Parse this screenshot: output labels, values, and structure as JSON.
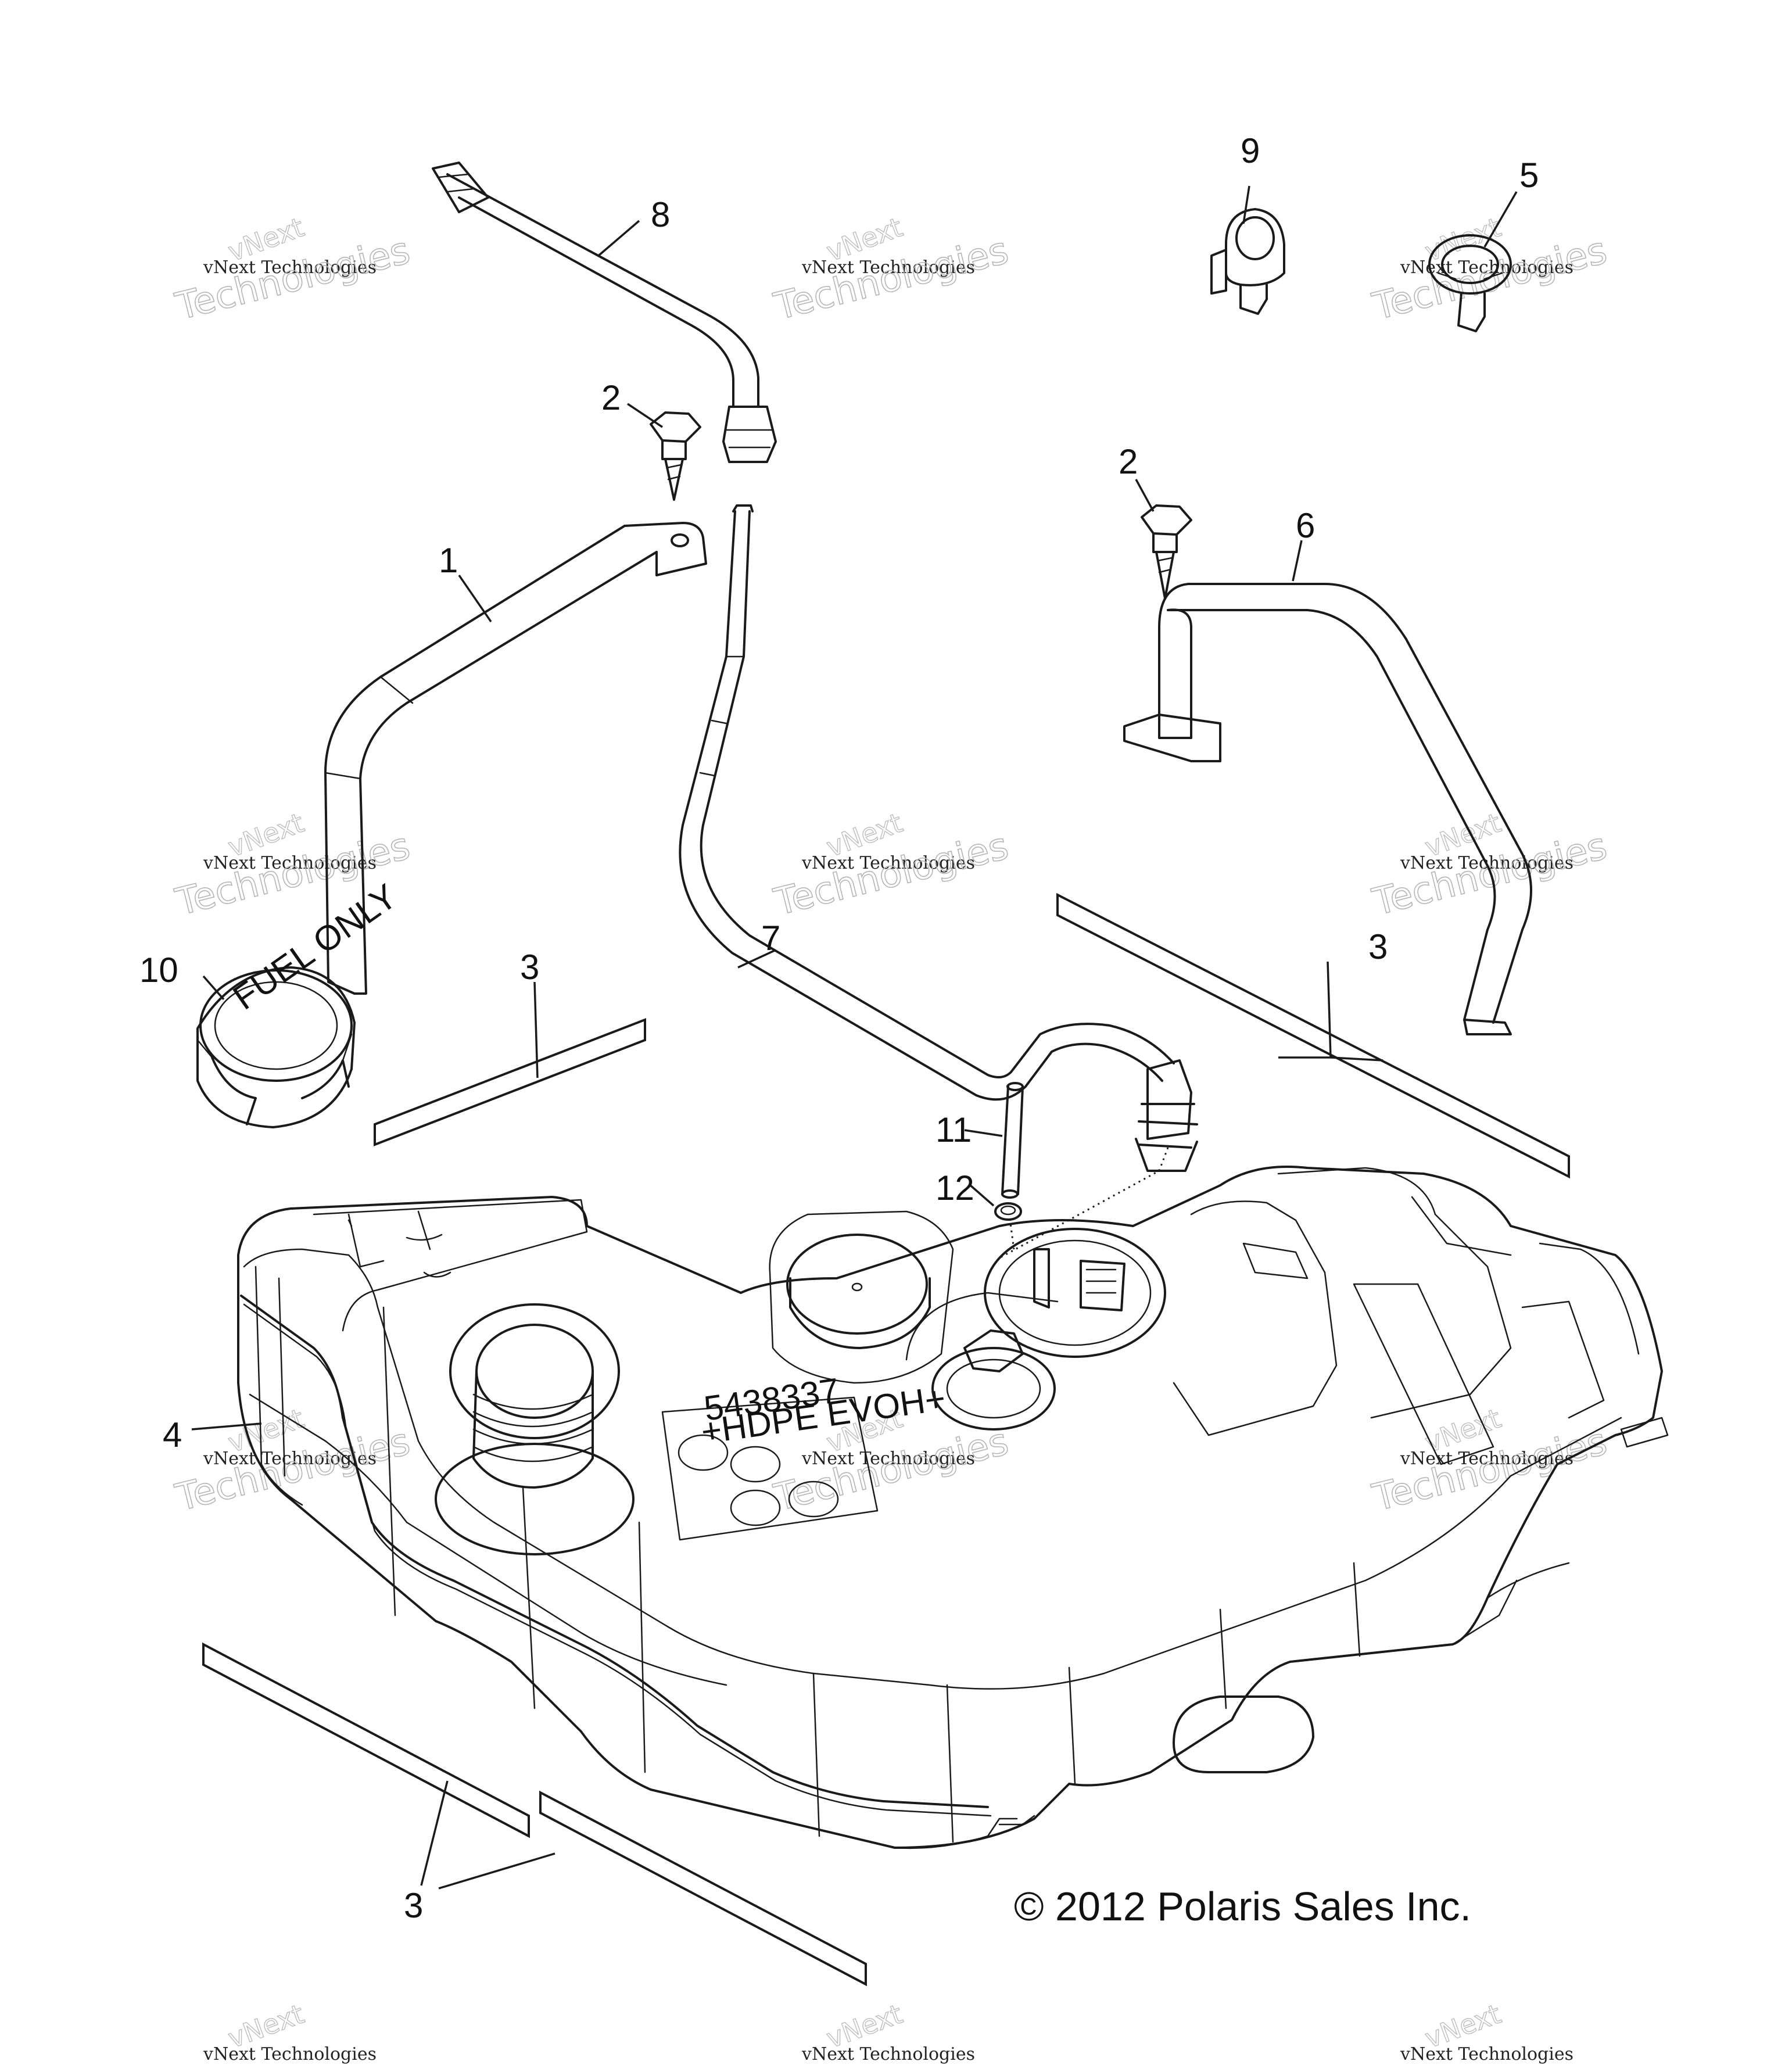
{
  "callouts": [
    {
      "label": "1"
    },
    {
      "label": "2"
    },
    {
      "label": "2"
    },
    {
      "label": "3"
    },
    {
      "label": "3"
    },
    {
      "label": "3"
    },
    {
      "label": "4"
    },
    {
      "label": "5"
    },
    {
      "label": "6"
    },
    {
      "label": "7"
    },
    {
      "label": "8"
    },
    {
      "label": "9"
    },
    {
      "label": "10"
    },
    {
      "label": "11"
    },
    {
      "label": "12"
    }
  ],
  "copyright": "© 2012 Polaris Sales Inc.",
  "watermark": {
    "ghost": "vNext",
    "line1": "vNext Technologies",
    "line2": "Technologies"
  },
  "tank_marking": {
    "line1": "5438337",
    "line2": "+HDPE EVOH+"
  },
  "cap_marking": "FUEL ONLY"
}
